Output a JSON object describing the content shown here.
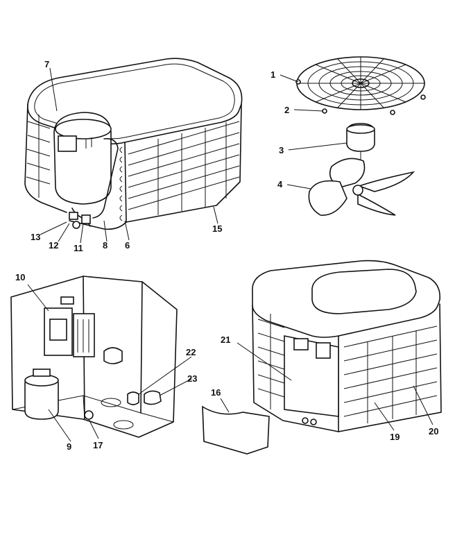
{
  "diagram": {
    "callouts": [
      {
        "id": "1",
        "text": "1"
      },
      {
        "id": "2",
        "text": "2"
      },
      {
        "id": "3",
        "text": "3"
      },
      {
        "id": "4",
        "text": "4"
      },
      {
        "id": "6",
        "text": "6"
      },
      {
        "id": "7",
        "text": "7"
      },
      {
        "id": "8",
        "text": "8"
      },
      {
        "id": "9",
        "text": "9"
      },
      {
        "id": "10",
        "text": "10"
      },
      {
        "id": "11",
        "text": "11"
      },
      {
        "id": "12",
        "text": "12"
      },
      {
        "id": "13",
        "text": "13"
      },
      {
        "id": "15",
        "text": "15"
      },
      {
        "id": "16",
        "text": "16"
      },
      {
        "id": "17",
        "text": "17"
      },
      {
        "id": "19",
        "text": "19"
      },
      {
        "id": "20",
        "text": "20"
      },
      {
        "id": "21",
        "text": "21"
      },
      {
        "id": "22",
        "text": "22"
      },
      {
        "id": "23",
        "text": "23"
      }
    ],
    "assemblies": [
      {
        "icon": "condensing-unit-base-icon"
      },
      {
        "icon": "fan-guard-motor-blade-icon"
      },
      {
        "icon": "control-box-icon"
      },
      {
        "icon": "condensing-unit-assembled-icon"
      },
      {
        "icon": "access-panel-icon"
      }
    ]
  }
}
